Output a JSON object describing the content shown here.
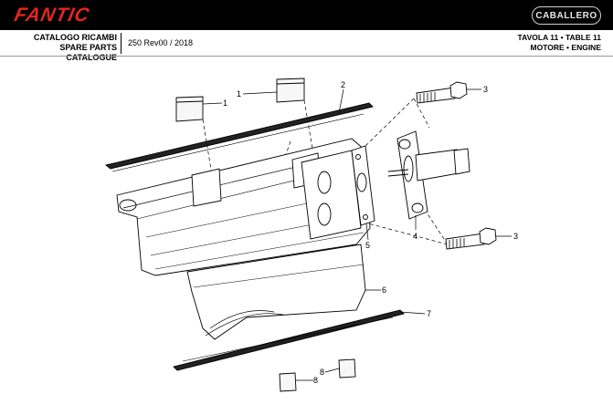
{
  "header": {
    "brand": "FANTIC",
    "model_badge": "CABALLERO",
    "catalog_line1": "CATALOGO RICAMBI",
    "catalog_line2": "SPARE PARTS CATALOGUE",
    "version": "250 Rev00 / 2018",
    "table_line": "TAVOLA 11 • TABLE 11",
    "section_line": "MOTORE • ENGINE"
  },
  "callouts": {
    "c1a": "1",
    "c1b": "1",
    "c2": "2",
    "c3a": "3",
    "c3b": "3",
    "c4": "4",
    "c5": "5",
    "c6": "6",
    "c7": "7",
    "c8a": "8",
    "c8b": "8"
  }
}
